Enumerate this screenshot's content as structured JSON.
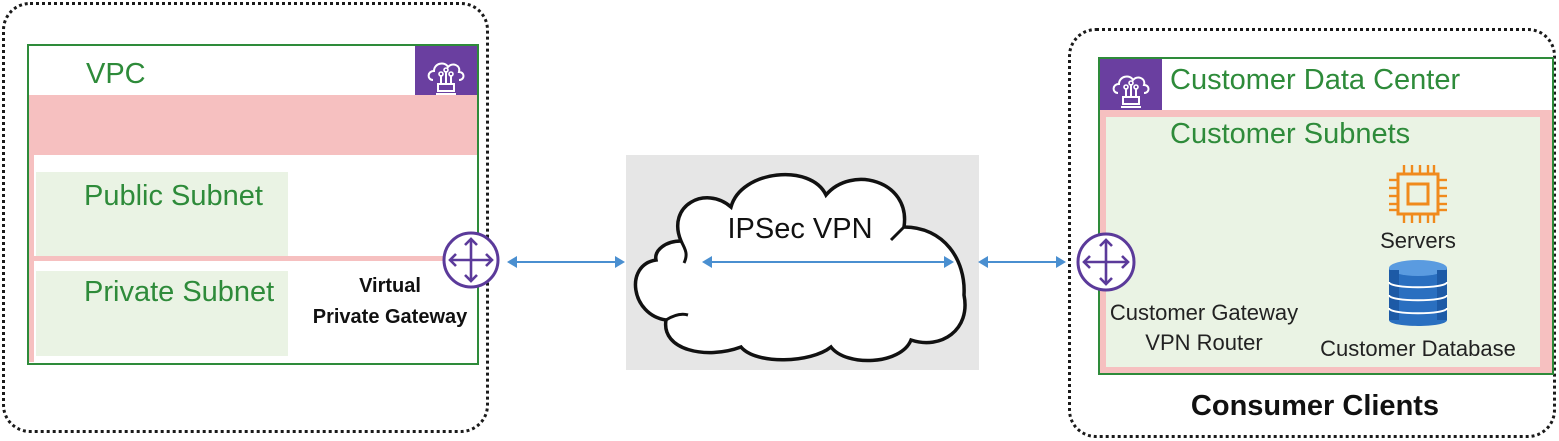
{
  "left": {
    "vpc_label": "VPC",
    "public_subnet_label": "Public Subnet",
    "private_subnet_label": "Private Subnet",
    "vpg_label_line1": "Virtual",
    "vpg_label_line2": "Private Gateway"
  },
  "middle": {
    "cloud_label": "IPSec VPN"
  },
  "right": {
    "data_center_label": "Customer Data Center",
    "subnets_label": "Customer Subnets",
    "servers_label": "Servers",
    "database_label": "Customer Database",
    "gateway_label_line1": "Customer Gateway",
    "gateway_label_line2": "VPN Router",
    "footer_label": "Consumer Clients"
  },
  "icons": {
    "vpc": "vpc-cloud-icon",
    "data_center": "data-center-cloud-icon",
    "vpg": "virtual-private-gateway-icon",
    "customer_gateway": "customer-gateway-icon",
    "servers": "chip-icon",
    "database": "database-icon"
  },
  "colors": {
    "green": "#2e8b3a",
    "pink": "#f6c0c0",
    "light_green": "#eaf3e4",
    "purple": "#6a3fa0",
    "arrow_blue": "#4a8fd0",
    "orange": "#f08a1c",
    "db_blue": "#2a6fc0",
    "cloud_gray": "#e6e6e6"
  }
}
